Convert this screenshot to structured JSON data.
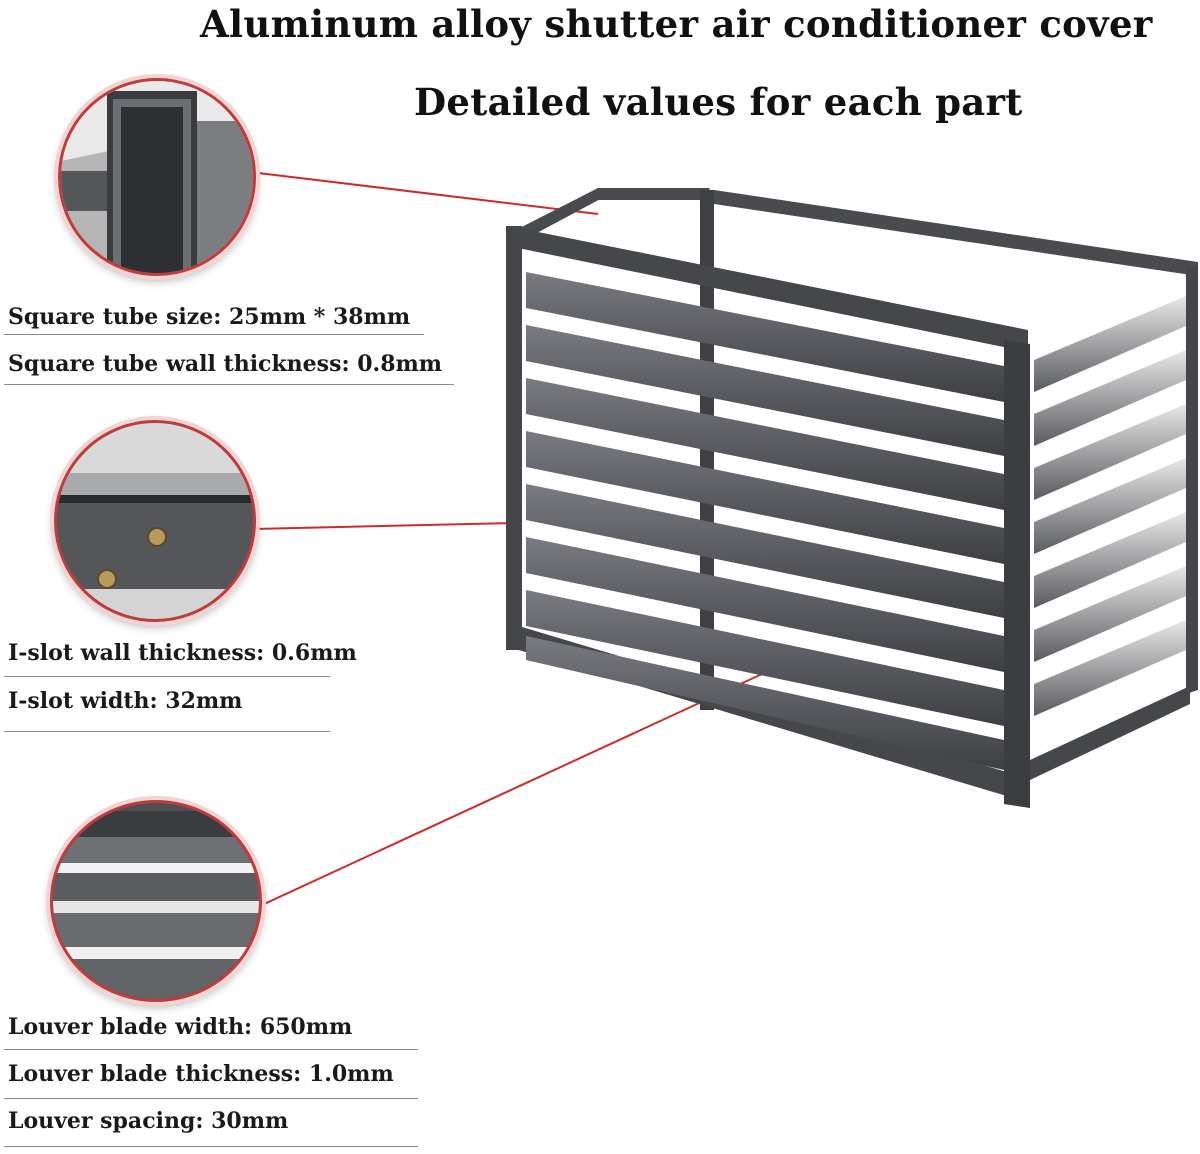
{
  "header": {
    "title": "Aluminum alloy shutter air conditioner cover",
    "subtitle": "Detailed values for each part"
  },
  "specs": {
    "square_tube": [
      "Square tube size: 25mm * 38mm",
      "Square tube wall thickness: 0.8mm"
    ],
    "i_slot": [
      "I-slot wall thickness: 0.6mm",
      "I-slot width: 32mm"
    ],
    "louver": [
      "Louver blade width: 650mm",
      "Louver blade thickness: 1.0mm",
      "Louver spacing: 30mm"
    ]
  },
  "colors": {
    "frame": "#4a4b4e",
    "slat": "#5c5d61",
    "callout_line": "#cc2b2b",
    "background": "#ffffff"
  },
  "icons": [
    "square-tube-closeup",
    "i-slot-closeup",
    "louver-closeup"
  ]
}
